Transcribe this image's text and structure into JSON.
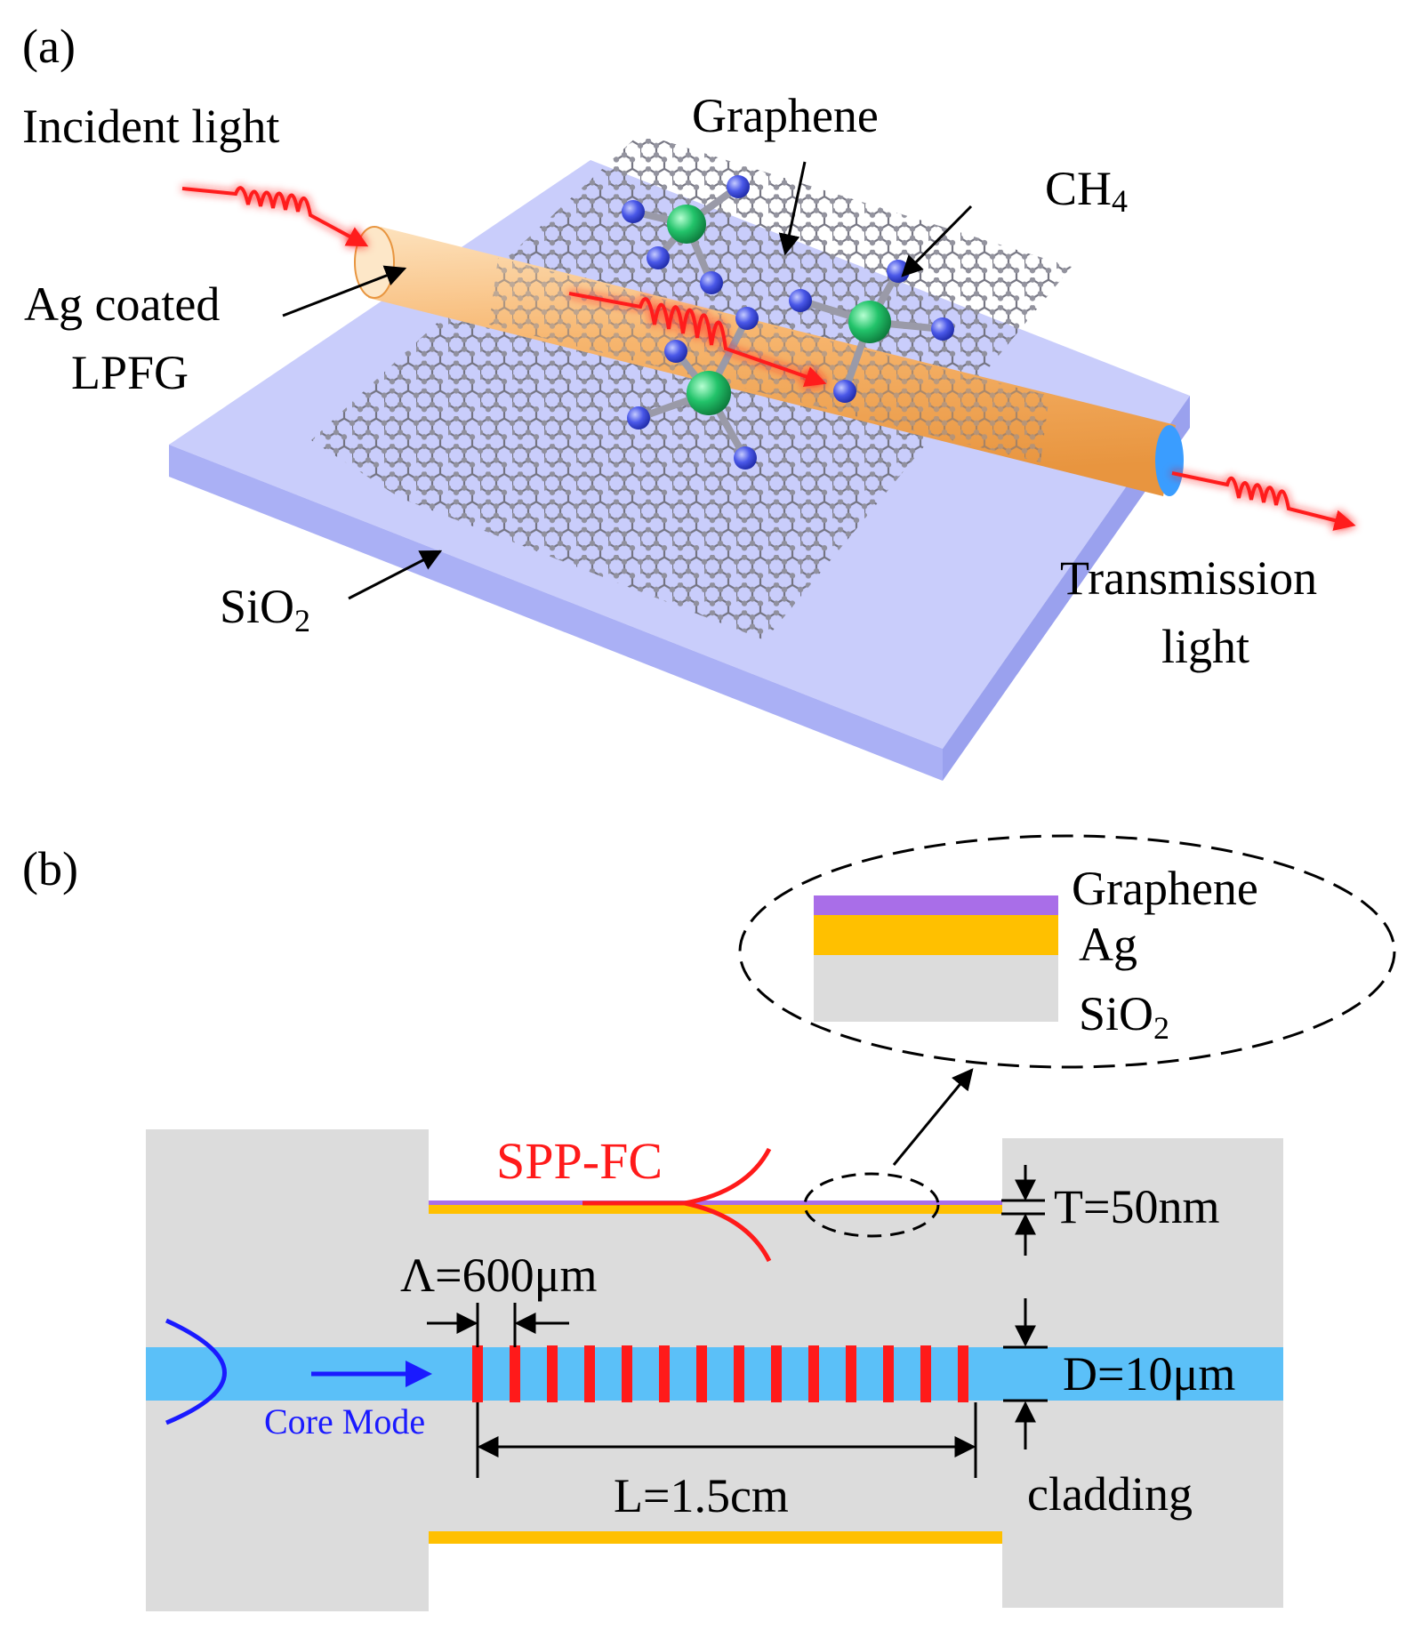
{
  "panel_a": {
    "panel_label": "(a)",
    "incident_label": "Incident light",
    "graphene_label": "Graphene",
    "ch4_main": "CH",
    "ch4_sub": "4",
    "ag_line1": "Ag coated",
    "ag_line2": "LPFG",
    "sio2_main": "SiO",
    "sio2_sub": "2",
    "transmission_line1": "Transmission",
    "transmission_line2": "light"
  },
  "panel_b": {
    "panel_label": "(b)",
    "layer_graphene": "Graphene",
    "layer_ag": "Ag",
    "layer_sio2_main": "SiO",
    "layer_sio2_sub": "2",
    "spp_label": "SPP-FC",
    "thickness_label": "T=50nm",
    "period_label": "Λ=600μm",
    "diameter_label": "D=10μm",
    "core_mode_label": "Core Mode",
    "length_label": "L=1.5cm",
    "cladding_label": "cladding"
  },
  "colors": {
    "substrate_top": "#c9cdfb",
    "substrate_side": "#aab0f5",
    "fiber": "#f5b46e",
    "lattice": "#6f6f7c",
    "carbon_atom": "#22c36a",
    "hydrogen_atom": "#4a58e8",
    "light_wave": "#ff1a1a",
    "cladding_gray": "#dcdcdc",
    "core_blue": "#5bc0f8",
    "grating_red": "#ff1a1a",
    "graphene_purple": "#a96ee8",
    "ag_gold": "#ffc000",
    "core_mode_blue": "#1a1aff"
  }
}
